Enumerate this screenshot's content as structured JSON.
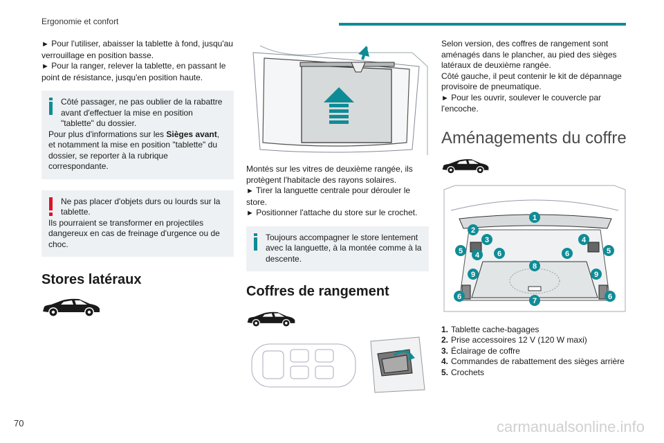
{
  "header": {
    "title": "Ergonomie et confort",
    "accent_color": "#0e8c96"
  },
  "footer": {
    "page_number": "70",
    "watermark": "carmanualsonline.info"
  },
  "col1": {
    "bullet1": "Pour l'utiliser, abaisser la tablette à fond, jusqu'au verrouillage en position basse.",
    "bullet2": "Pour la ranger, relever la tablette, en passant le point de résistance, jusqu'en position haute.",
    "info_note": {
      "line1": "Côté passager, ne pas oublier de la rabattre avant d'effectuer la mise en position \"tablette\" du dossier.",
      "line2_pre": "Pour plus d'informations sur les ",
      "line2_bold": "Sièges avant",
      "line2_post": ", et notamment la mise en position \"tablette\" du dossier, se reporter à la rubrique correspondante."
    },
    "warning_note": {
      "line1": "Ne pas placer d'objets durs ou lourds sur la tablette.",
      "line2": "Ils pourraient se transformer en projectiles dangereux en cas de freinage d'urgence ou de choc."
    },
    "section_title": "Stores latéraux"
  },
  "col2": {
    "paragraph": "Montés sur les vitres de deuxième rangée, ils protègent l'habitacle des rayons solaires.",
    "bullet1": "Tirer la languette centrale pour dérouler le store.",
    "bullet2": "Positionner l'attache du store sur le crochet.",
    "info_note": "Toujours accompagner le store lentement avec la languette, à la montée comme à la descente.",
    "section_title": "Coffres de rangement"
  },
  "col3": {
    "paragraph1": "Selon version, des coffres de rangement sont aménagés dans le plancher, au pied des sièges latéraux de deuxième rangée.",
    "paragraph2": "Côté gauche, il peut contenir le kit de dépannage provisoire de pneumatique.",
    "bullet1": "Pour les ouvrir, soulever le couvercle par l'encoche.",
    "section_title": "Aménagements du coffre",
    "legend": [
      {
        "num": "1.",
        "text": "Tablette cache-bagages"
      },
      {
        "num": "2.",
        "text": "Prise accessoires 12 V (120 W maxi)"
      },
      {
        "num": "3.",
        "text": "Éclairage de coffre"
      },
      {
        "num": "4.",
        "text": "Commandes de rabattement des sièges arrière"
      },
      {
        "num": "5.",
        "text": "Crochets"
      }
    ],
    "trunk_labels": [
      "1",
      "2",
      "3",
      "4",
      "5",
      "6",
      "7",
      "8",
      "9"
    ]
  },
  "glyphs": {
    "bullet": "►"
  }
}
